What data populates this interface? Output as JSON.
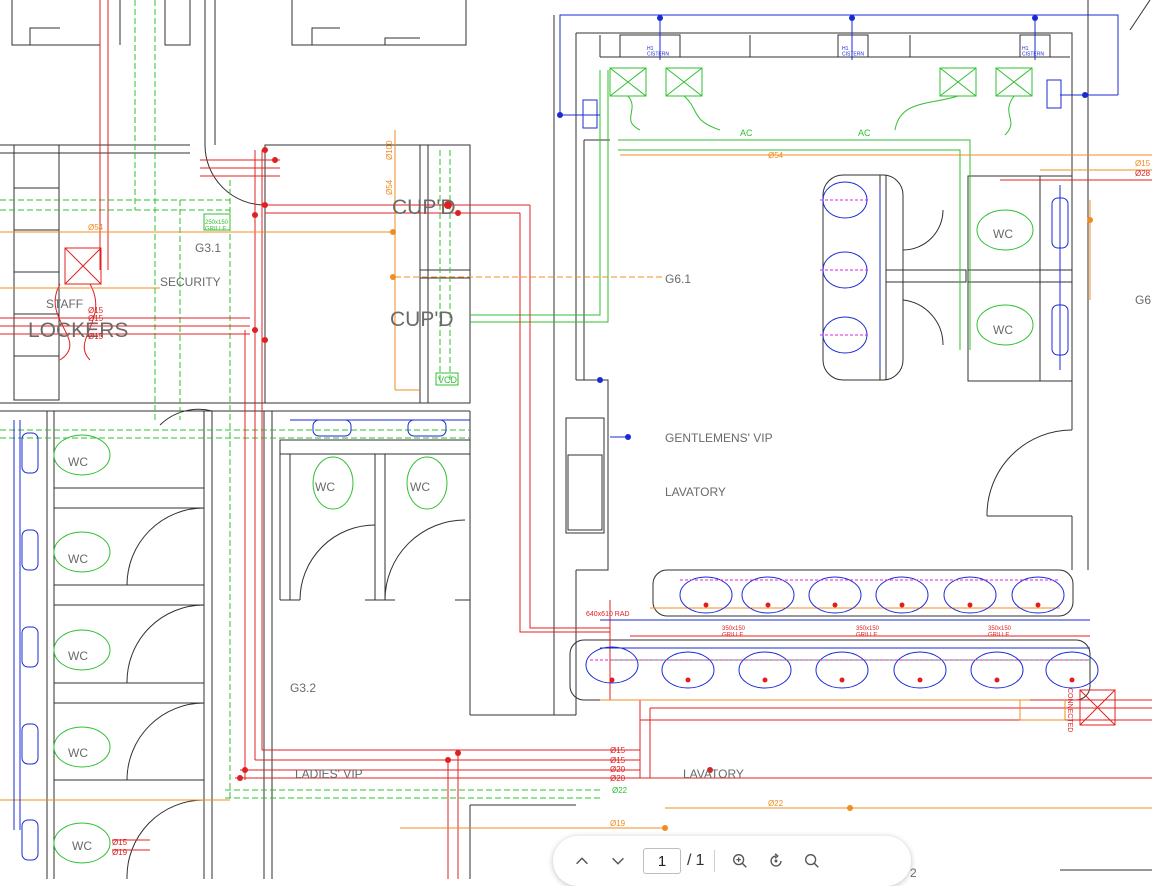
{
  "viewer": {
    "current_page": "1",
    "page_separator": "/",
    "total_pages": "1",
    "buttons": {
      "prev": "chevron-up-icon",
      "next": "chevron-down-icon",
      "zoom_in": "zoom-in-icon",
      "rotate": "rotate-icon",
      "search": "search-icon"
    }
  },
  "drawing": {
    "rooms": {
      "cupd_top": "CUP'D",
      "cupd_bottom": "CUP'D",
      "g31": "G3.1",
      "security": "SECURITY",
      "staff": "STAFF",
      "lockers": "LOCKERS",
      "g61": "G6.1",
      "g6": "G6",
      "gentlemens": "GENTLEMENS' VIP",
      "lavatory": "LAVATORY",
      "g32": "G3.2",
      "ladies": "LADIES' VIP",
      "lavatory2": "LAVATORY",
      "g2": "2"
    },
    "wc": "WC",
    "cistern": "H1\nCISTERN",
    "ac": "AC",
    "vcd": "VCD",
    "grille_small": "250x150\nGRILLE",
    "grille": "350x150\nGRILLE",
    "rad": "640x610 RAD",
    "connected": "CONNECTED",
    "pipes": {
      "d54": "Ø54",
      "d100": "Ø100",
      "d15": "Ø15",
      "d20": "Ø20",
      "d22": "Ø22",
      "d28": "Ø28",
      "d19": "Ø19"
    },
    "colors": {
      "wall": "#303030",
      "hot": "#e02020",
      "cold": "#1a2bd6",
      "vent": "#30c030",
      "gas": "#f08c20",
      "magenta": "#e020e0"
    }
  }
}
